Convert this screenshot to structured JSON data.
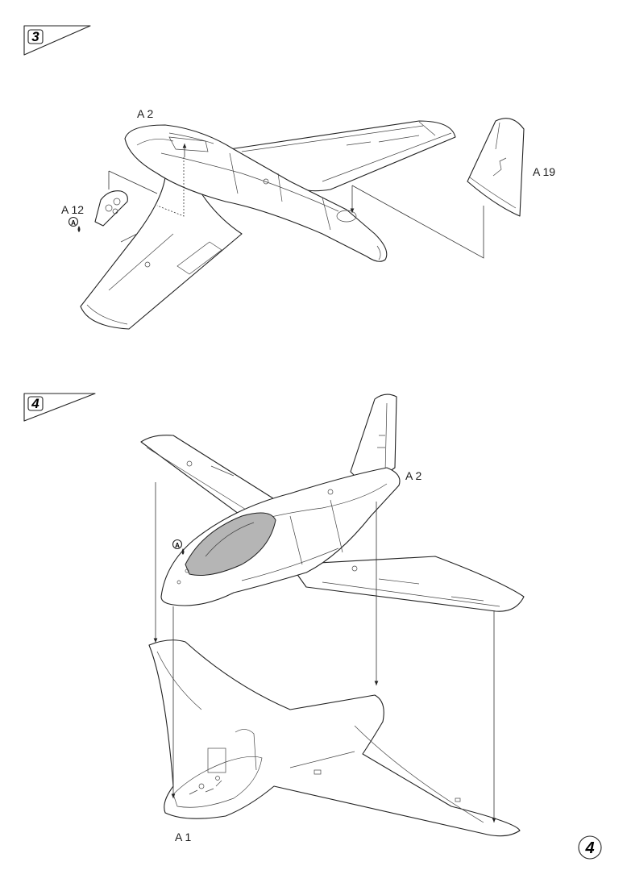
{
  "steps": [
    {
      "number": "3",
      "parts": [
        {
          "id": "A 2"
        },
        {
          "id": "A 12",
          "paint_callout": "A"
        },
        {
          "id": "A 19"
        }
      ]
    },
    {
      "number": "4",
      "parts": [
        {
          "id": "A 2",
          "paint_callout": "A"
        },
        {
          "id": "A 1"
        }
      ]
    }
  ],
  "page_number": "4",
  "colors": {
    "line": "#222222",
    "canopy_shade": "#b5b5b5",
    "background": "#ffffff"
  }
}
